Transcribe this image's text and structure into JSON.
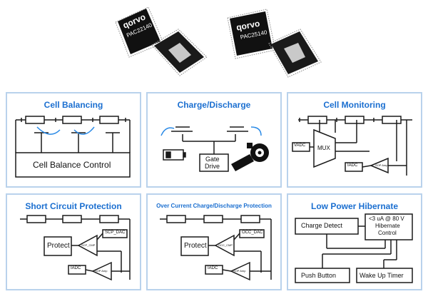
{
  "chips": [
    {
      "brand": "qorvo",
      "part": "PAC22140"
    },
    {
      "brand": "qorvo",
      "part": "PAC25140"
    }
  ],
  "panels": [
    {
      "title": "Cell Balancing",
      "labels": {
        "control": "Cell Balance Control"
      }
    },
    {
      "title": "Charge/Discharge",
      "labels": {
        "gate1": "Gate",
        "gate2": "Drive"
      }
    },
    {
      "title": "Cell Monitoring",
      "labels": {
        "vadc": "VADC",
        "mux": "MUX",
        "iadc": "IADC",
        "amp": "SOP Amp"
      }
    },
    {
      "title": "Short Circuit Protection",
      "labels": {
        "protect": "Protect",
        "dac": "SCP_DAC",
        "cmp": "SCP_CMP",
        "iadc": "IADC",
        "amp": "SOP Amp"
      }
    },
    {
      "title": "Over Current Charge/Discharge Protection",
      "labels": {
        "protect": "Protect",
        "dac": "OCC_DAC",
        "cmp": "OCC_CMP",
        "iadc": "IADC",
        "amp": "SOP Amp"
      }
    },
    {
      "title": "Low Power Hibernate",
      "labels": {
        "charge_detect": "Charge Detect",
        "hib1": "<3 uA @ 80 V",
        "hib2": "Hibernate",
        "hib3": "Control",
        "push": "Push Button",
        "wake": "Wake Up Timer"
      }
    }
  ],
  "colors": {
    "title_blue": "#1b6fd0",
    "frame": "#b9d2ec",
    "line": "#1a1a1a",
    "chip": "#151515",
    "pad": "#bdbdbd"
  }
}
